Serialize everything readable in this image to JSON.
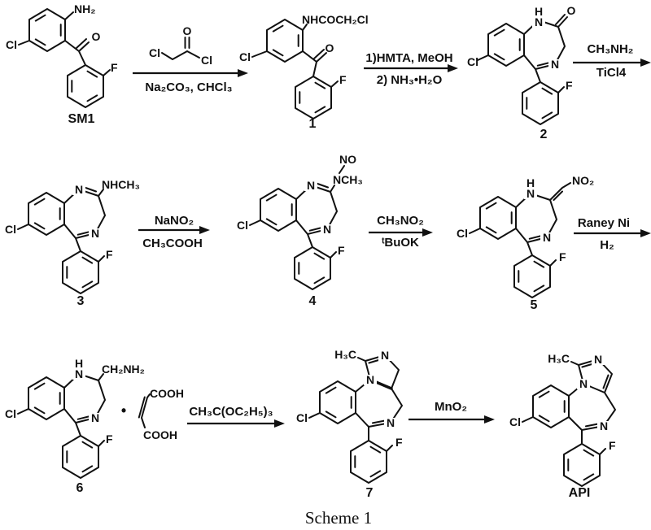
{
  "caption": "Scheme 1",
  "compounds": {
    "sm1": {
      "label": "SM1",
      "amine": "NH₂",
      "cl": "Cl",
      "ketone_o": "O",
      "f": "F"
    },
    "c1": {
      "label": "1",
      "amide": "NHCOCH₂Cl",
      "cl": "Cl",
      "ketone_o": "O",
      "f": "F"
    },
    "c2": {
      "label": "2",
      "nh_h": "H",
      "n1": "N",
      "carbonyl_o": "O",
      "n4": "N",
      "cl": "Cl",
      "f": "F"
    },
    "c3": {
      "label": "3",
      "n1": "N",
      "substituent": "NHCH₃",
      "n4": "N",
      "cl": "Cl",
      "f": "F"
    },
    "c4": {
      "label": "4",
      "n1": "N",
      "nitroso": "NO",
      "substituent": "NCH₃",
      "n4": "N",
      "cl": "Cl",
      "f": "F"
    },
    "c5": {
      "label": "5",
      "nh_h": "H",
      "n1": "N",
      "substituent": "NO₂",
      "n4": "N",
      "cl": "Cl",
      "f": "F"
    },
    "c6": {
      "label": "6",
      "nh_h": "H",
      "n1": "N",
      "substituent": "CH₂NH₂",
      "n4": "N",
      "cl": "Cl",
      "f": "F",
      "salt_dot": "•",
      "maleic_cooh_top": "COOH",
      "maleic_cooh_bottom": "COOH"
    },
    "c7": {
      "label": "7",
      "methyl": "H₃C",
      "na": "N",
      "nb": "N",
      "n5": "N",
      "cl": "Cl",
      "f": "F"
    },
    "api": {
      "label": "API",
      "methyl": "H₃C",
      "na": "N",
      "nb": "N",
      "n5": "N",
      "cl": "Cl",
      "f": "F"
    }
  },
  "reagent_structure": {
    "cl_left": "Cl",
    "o": "O",
    "cl_right": "Cl"
  },
  "steps": {
    "s1": {
      "below": "Na₂CO₃, CHCl₃"
    },
    "s2": {
      "above": "1)HMTA, MeOH",
      "below": "2) NH₃•H₂O"
    },
    "s3": {
      "above": "CH₃NH₂",
      "below": "TiCl4"
    },
    "s4": {
      "above": "NaNO₂",
      "below": "CH₃COOH"
    },
    "s5": {
      "above": "CH₃NO₂",
      "below": "ᵗBuOK"
    },
    "s6": {
      "above": "Raney Ni",
      "below": "H₂"
    },
    "s7": {
      "above": "CH₃C(OC₂H₅)₃"
    },
    "s8": {
      "above": "MnO₂"
    }
  }
}
